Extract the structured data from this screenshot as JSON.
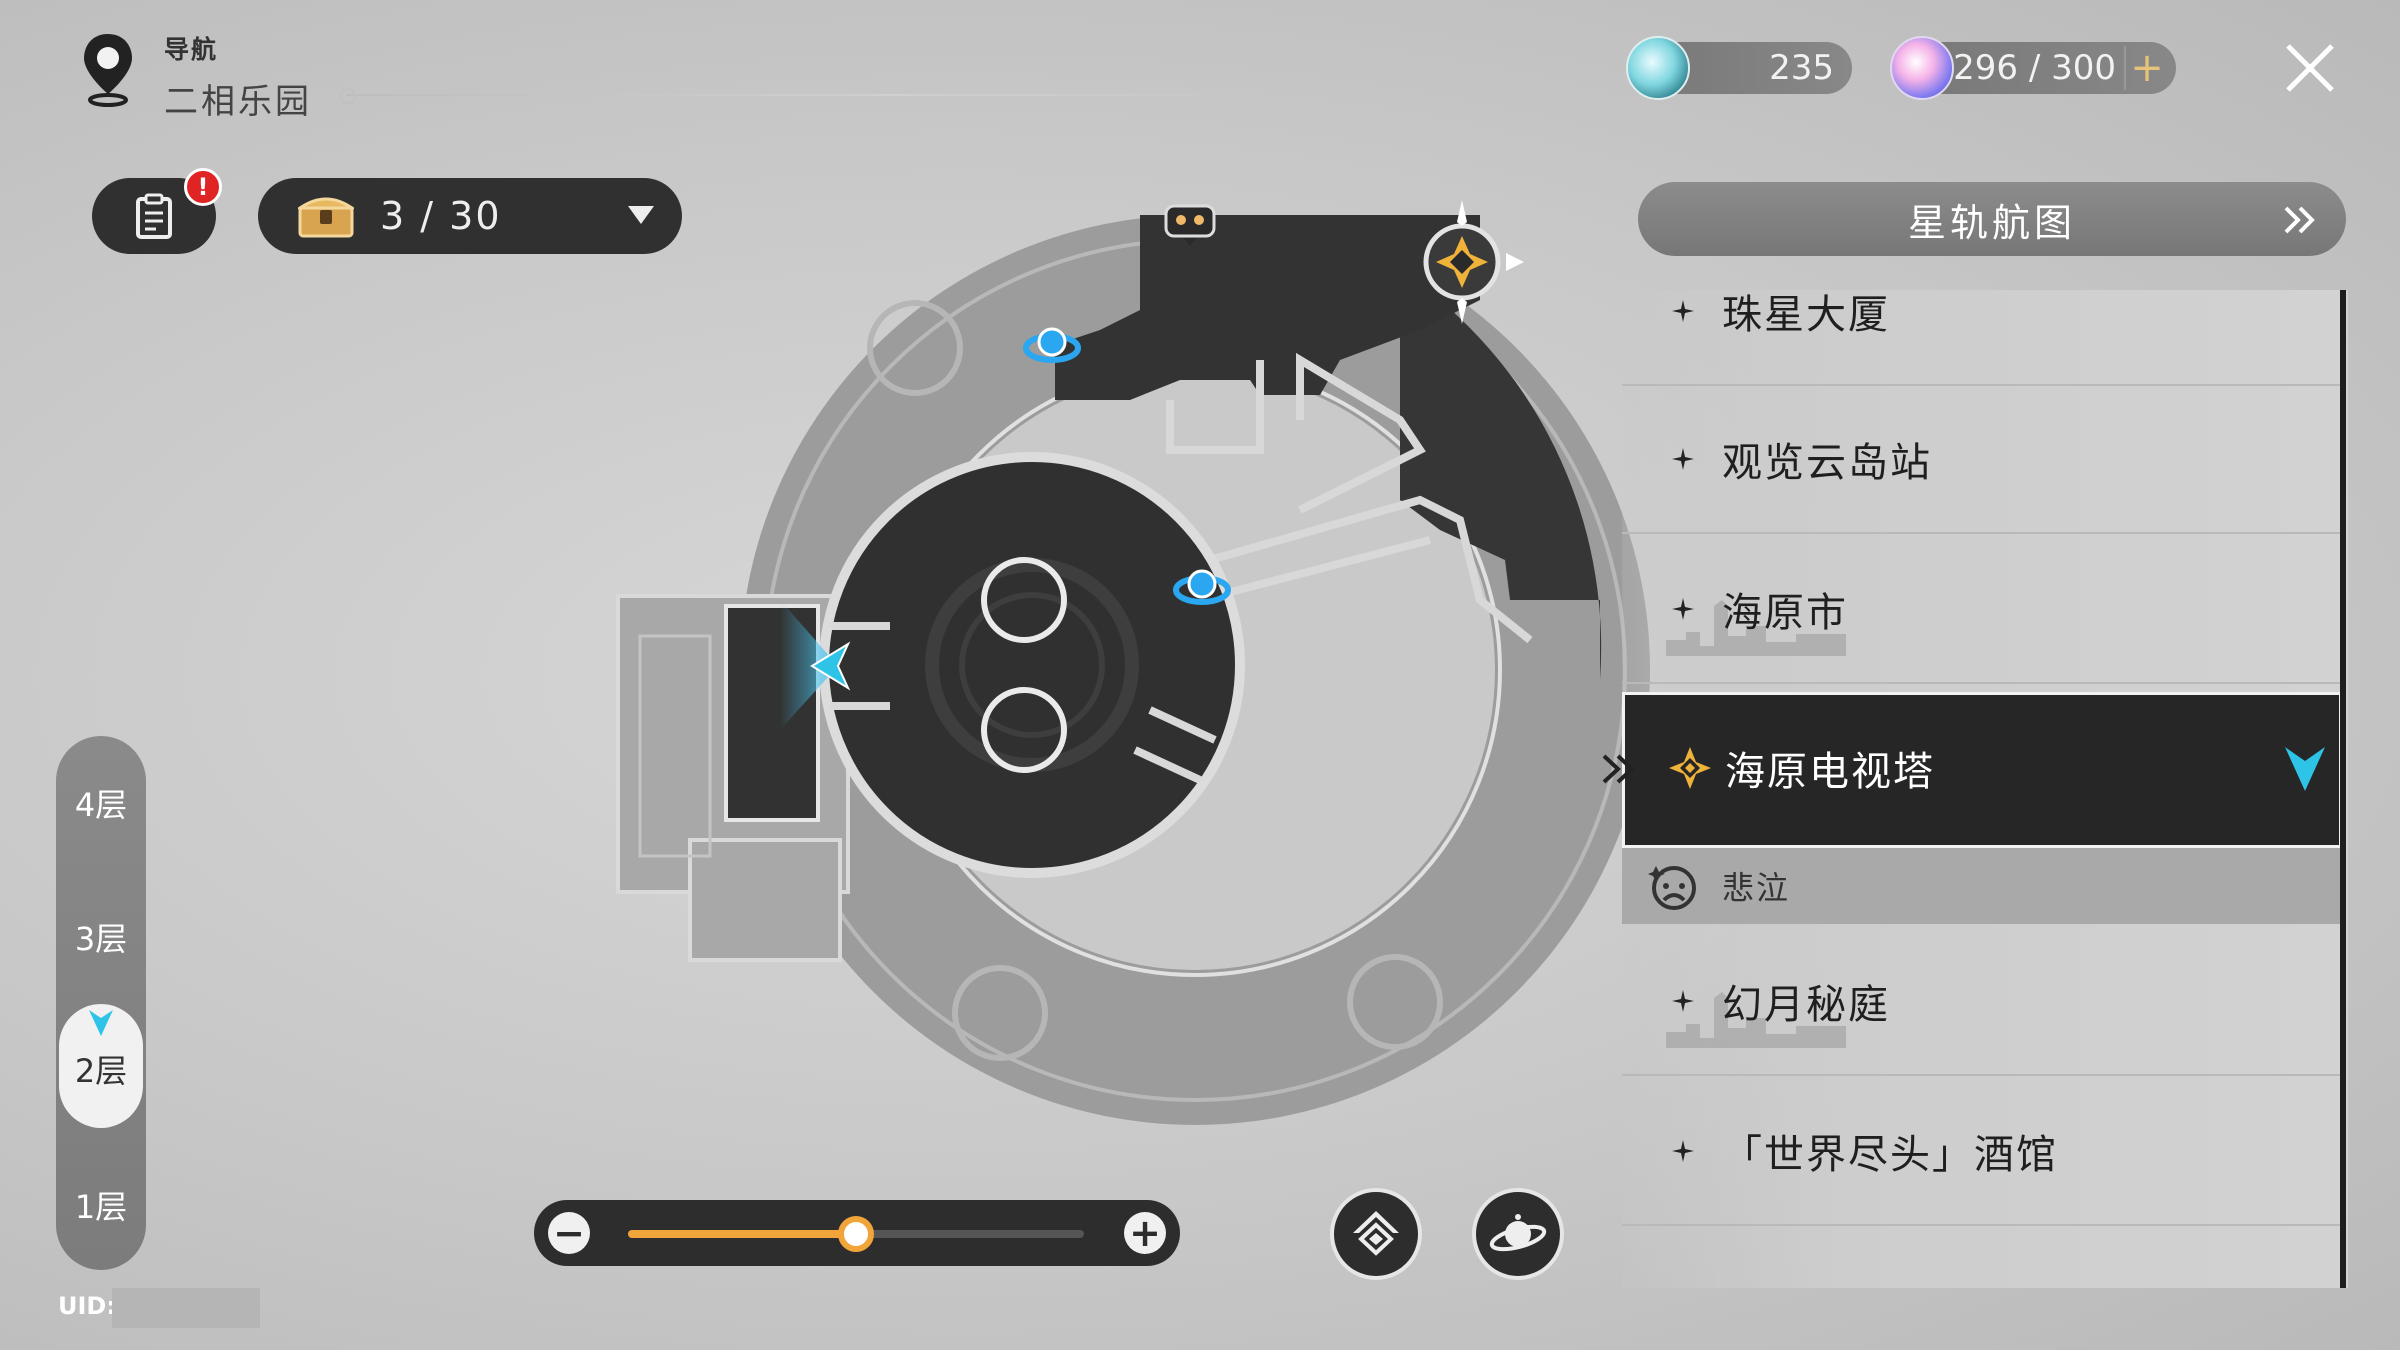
{
  "header": {
    "nav_label": "导航",
    "area_name": "二相乐园"
  },
  "currencies": [
    {
      "icon": "stellar-jade-icon",
      "value": "235"
    },
    {
      "icon": "trailblaze-power-icon",
      "value": "296 / 300",
      "plus": "+"
    }
  ],
  "toolbar": {
    "mission_badge": "!",
    "chest_count": "3 / 30"
  },
  "floors": {
    "items": [
      "4层",
      "3层",
      "2层",
      "1层"
    ],
    "selected": "2层"
  },
  "zoom": {
    "minus": "−",
    "plus": "+",
    "level": 0.5
  },
  "uid": {
    "label": "UID:"
  },
  "panel": {
    "title": "星轨航图",
    "items": [
      {
        "label": "珠星大厦"
      },
      {
        "label": "观览云岛站"
      },
      {
        "label": "海原市"
      },
      {
        "label": "海原电视塔",
        "active": true
      },
      {
        "label": "悲泣",
        "sub": true
      },
      {
        "label": "幻月秘庭"
      },
      {
        "label": "「世界尽头」酒馆"
      }
    ]
  },
  "colors": {
    "accent": "#f0a43a",
    "marker": "#2ec4e8",
    "dark": "#2d2d2d"
  }
}
